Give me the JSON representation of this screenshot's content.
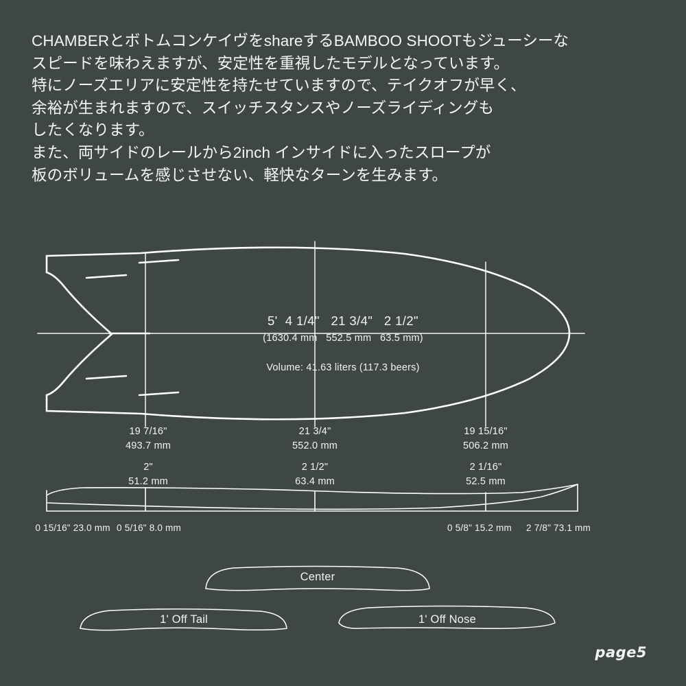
{
  "background_color": "#3e4743",
  "line_color": "#ffffff",
  "text_color": "#f2f4f3",
  "description": {
    "body": "CHAMBERとボトムコンケイヴをshareするBAMBOO SHOOTもジューシーな\nスピードを味わえますが、安定性を重視したモデルとなっています。\n特にノーズエリアに安定性を持たせていますので、テイクオフが早く、\n余裕が生まれますので、スイッチスタンスやノーズライディングも\nしたくなります。\nまた、両サイドのレールから2inch インサイドに入ったスロープが\n板のボリュームを感じさせない、軽快なターンを生みます。"
  },
  "spec": {
    "imperial": "5'  4 1/4\"   21 3/4\"   2 1/2\"",
    "metric": "(1630.4 mm   552.5 mm   63.5 mm)",
    "volume": "Volume: 41.63 liters (117.3 beers)"
  },
  "width_measurements": [
    {
      "label": "tail-width",
      "inch": "19 7/16\"",
      "mm": "493.7 mm"
    },
    {
      "label": "center-width",
      "inch": "21 3/4\"",
      "mm": "552.0 mm"
    },
    {
      "label": "nose-width",
      "inch": "19 15/16\"",
      "mm": "506.2 mm"
    }
  ],
  "thickness_measurements": [
    {
      "label": "tail-thickness",
      "inch": "2\"",
      "mm": "51.2 mm"
    },
    {
      "label": "center-thickness",
      "inch": "2 1/2\"",
      "mm": "63.4 mm"
    },
    {
      "label": "nose-thickness",
      "inch": "2 1/16\"",
      "mm": "52.5 mm"
    }
  ],
  "rocker_measurements": [
    {
      "label": "tail-rocker-end",
      "inch": "0 15/16\"",
      "mm": "23.0 mm"
    },
    {
      "label": "tail-rocker-inner",
      "inch": "0 5/16\"",
      "mm": "8.0 mm"
    },
    {
      "label": "nose-rocker-inner",
      "inch": "0 5/8\"",
      "mm": "15.2 mm"
    },
    {
      "label": "nose-rocker-end",
      "inch": "2 7/8\"",
      "mm": "73.1 mm"
    }
  ],
  "cross_sections": [
    {
      "label": "Center"
    },
    {
      "label": "1' Off Tail"
    },
    {
      "label": "1' Off Nose"
    }
  ],
  "footer": {
    "page": "page5"
  }
}
